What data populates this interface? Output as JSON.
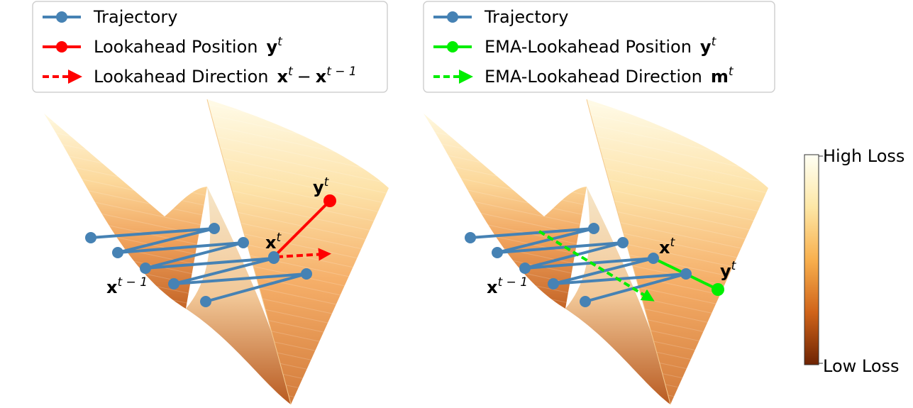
{
  "colors": {
    "trajectory": "#4682b4",
    "lookahead": "#ff0000",
    "ema": "#00ee00",
    "surface_light": "#fff8dc",
    "surface_dark": "#d2691e"
  },
  "left_panel": {
    "legend": [
      {
        "label": "Trajectory",
        "math": []
      },
      {
        "label": "Lookahead Position",
        "math": [
          {
            "base": "y",
            "sup": "t"
          }
        ]
      },
      {
        "label": "Lookahead Direction",
        "math": [
          {
            "base": "x",
            "sup": "t"
          },
          {
            "op": "−"
          },
          {
            "base": "x",
            "sup": "t − 1"
          }
        ]
      }
    ],
    "annotations": {
      "xt": {
        "base": "x",
        "sup": "t"
      },
      "xt1": {
        "base": "x",
        "sup": "t − 1"
      },
      "yt": {
        "base": "y",
        "sup": "t"
      }
    }
  },
  "right_panel": {
    "legend": [
      {
        "label": "Trajectory",
        "math": []
      },
      {
        "label": "EMA-Lookahead Position",
        "math": [
          {
            "base": "y",
            "sup": "t"
          }
        ]
      },
      {
        "label": "EMA-Lookahead Direction",
        "math": [
          {
            "base": "m",
            "sup": "t"
          }
        ]
      }
    ],
    "annotations": {
      "xt": {
        "base": "x",
        "sup": "t"
      },
      "xt1": {
        "base": "x",
        "sup": "t − 1"
      },
      "yt": {
        "base": "y",
        "sup": "t"
      }
    }
  },
  "colorbar": {
    "high_label": "High Loss",
    "low_label": "Low Loss"
  }
}
